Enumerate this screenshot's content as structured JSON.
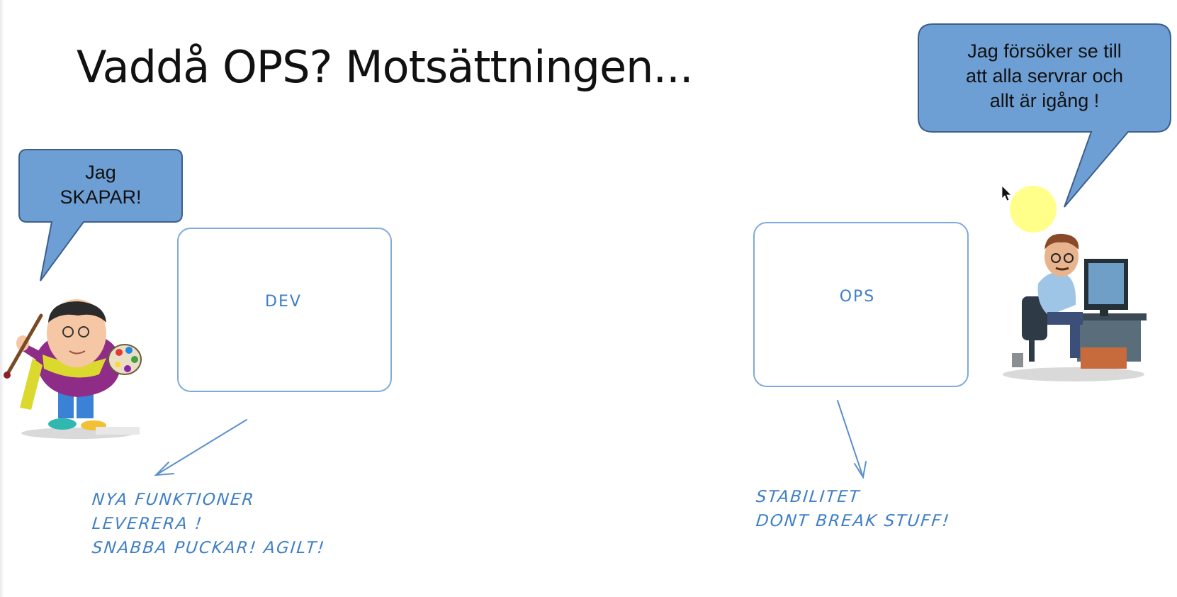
{
  "slide": {
    "title": "Vaddå OPS? Motsättningen...",
    "dev_callout": {
      "line1": "Jag",
      "line2": "SKAPAR!"
    },
    "ops_callout": {
      "line1": "Jag försöker se till",
      "line2": "att alla servrar och",
      "line3": "allt är igång !"
    },
    "dev_box_label": "DEV",
    "ops_box_label": "OPS",
    "dev_notes": [
      "NYA FUNKTIONER",
      "LEVERERA !",
      "SNABBA PUCKAR! AGILT!"
    ],
    "ops_notes": [
      "STABILITET",
      "DONT BREAK STUFF!"
    ]
  },
  "colors": {
    "callout_fill": "#6e9fd4",
    "callout_stroke": "#3c5f8c",
    "sketch_blue": "#3f7fc6",
    "cursor_highlight": "#ffff8a"
  },
  "icons": {
    "cursor": "mouse-pointer-icon",
    "dev_person": "painter-illustration",
    "ops_person": "office-worker-illustration"
  }
}
